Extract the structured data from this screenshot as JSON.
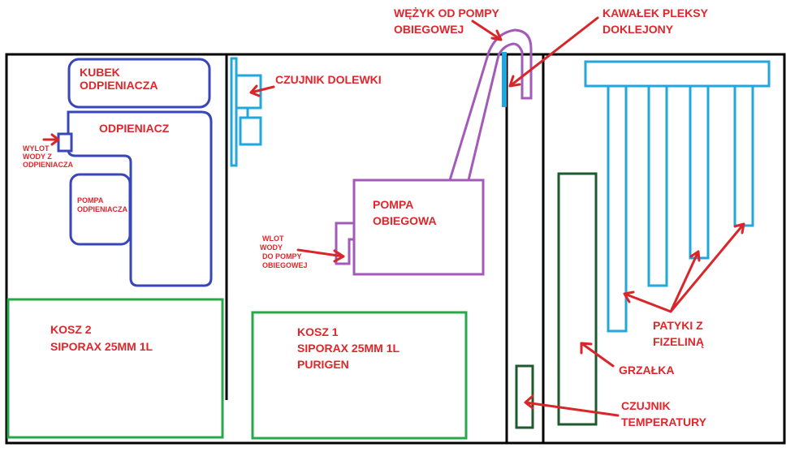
{
  "labels": {
    "kubek": [
      "KUBEK",
      "ODPIENIACZA"
    ],
    "odpieniacz": "ODPIENIACZ",
    "wylot": [
      "WYLOT",
      "WODY Z",
      "ODPIENIACZA"
    ],
    "pompa_odp": [
      "POMPA",
      "ODPIENIACZA"
    ],
    "czujnik_dolewki": "CZUJNIK DOLEWKI",
    "wezyk": [
      "WĘŻYK OD POMPY",
      "OBIEGOWEJ"
    ],
    "kawalek": [
      "KAWAŁEK PLEKSY",
      "DOKLEJONY"
    ],
    "pompa_obieg": [
      "POMPA",
      "OBIEGOWA"
    ],
    "wlot": [
      "WLOT",
      "WODY",
      "DO POMPY",
      "OBIEGOWEJ"
    ],
    "kosz2": [
      "KOSZ 2",
      "SIPORAX 25MM 1L"
    ],
    "kosz1": [
      "KOSZ 1",
      "SIPORAX 25MM 1L",
      "PURIGEN"
    ],
    "patyki": [
      "PATYKI Z",
      "FIZELINĄ"
    ],
    "grzalka": "GRZAŁKA",
    "czujnik_temp": [
      "CZUJNIK",
      "TEMPERATURY"
    ]
  },
  "colors": {
    "tank": "#000000",
    "skimmer": "#3846b8",
    "sensor_and_sticks": "#22a7dd",
    "baskets": "#27a84b",
    "heater": "#1d5a2e",
    "pump": "#a35ab8",
    "labels_and_arrows": "#e0262b"
  }
}
